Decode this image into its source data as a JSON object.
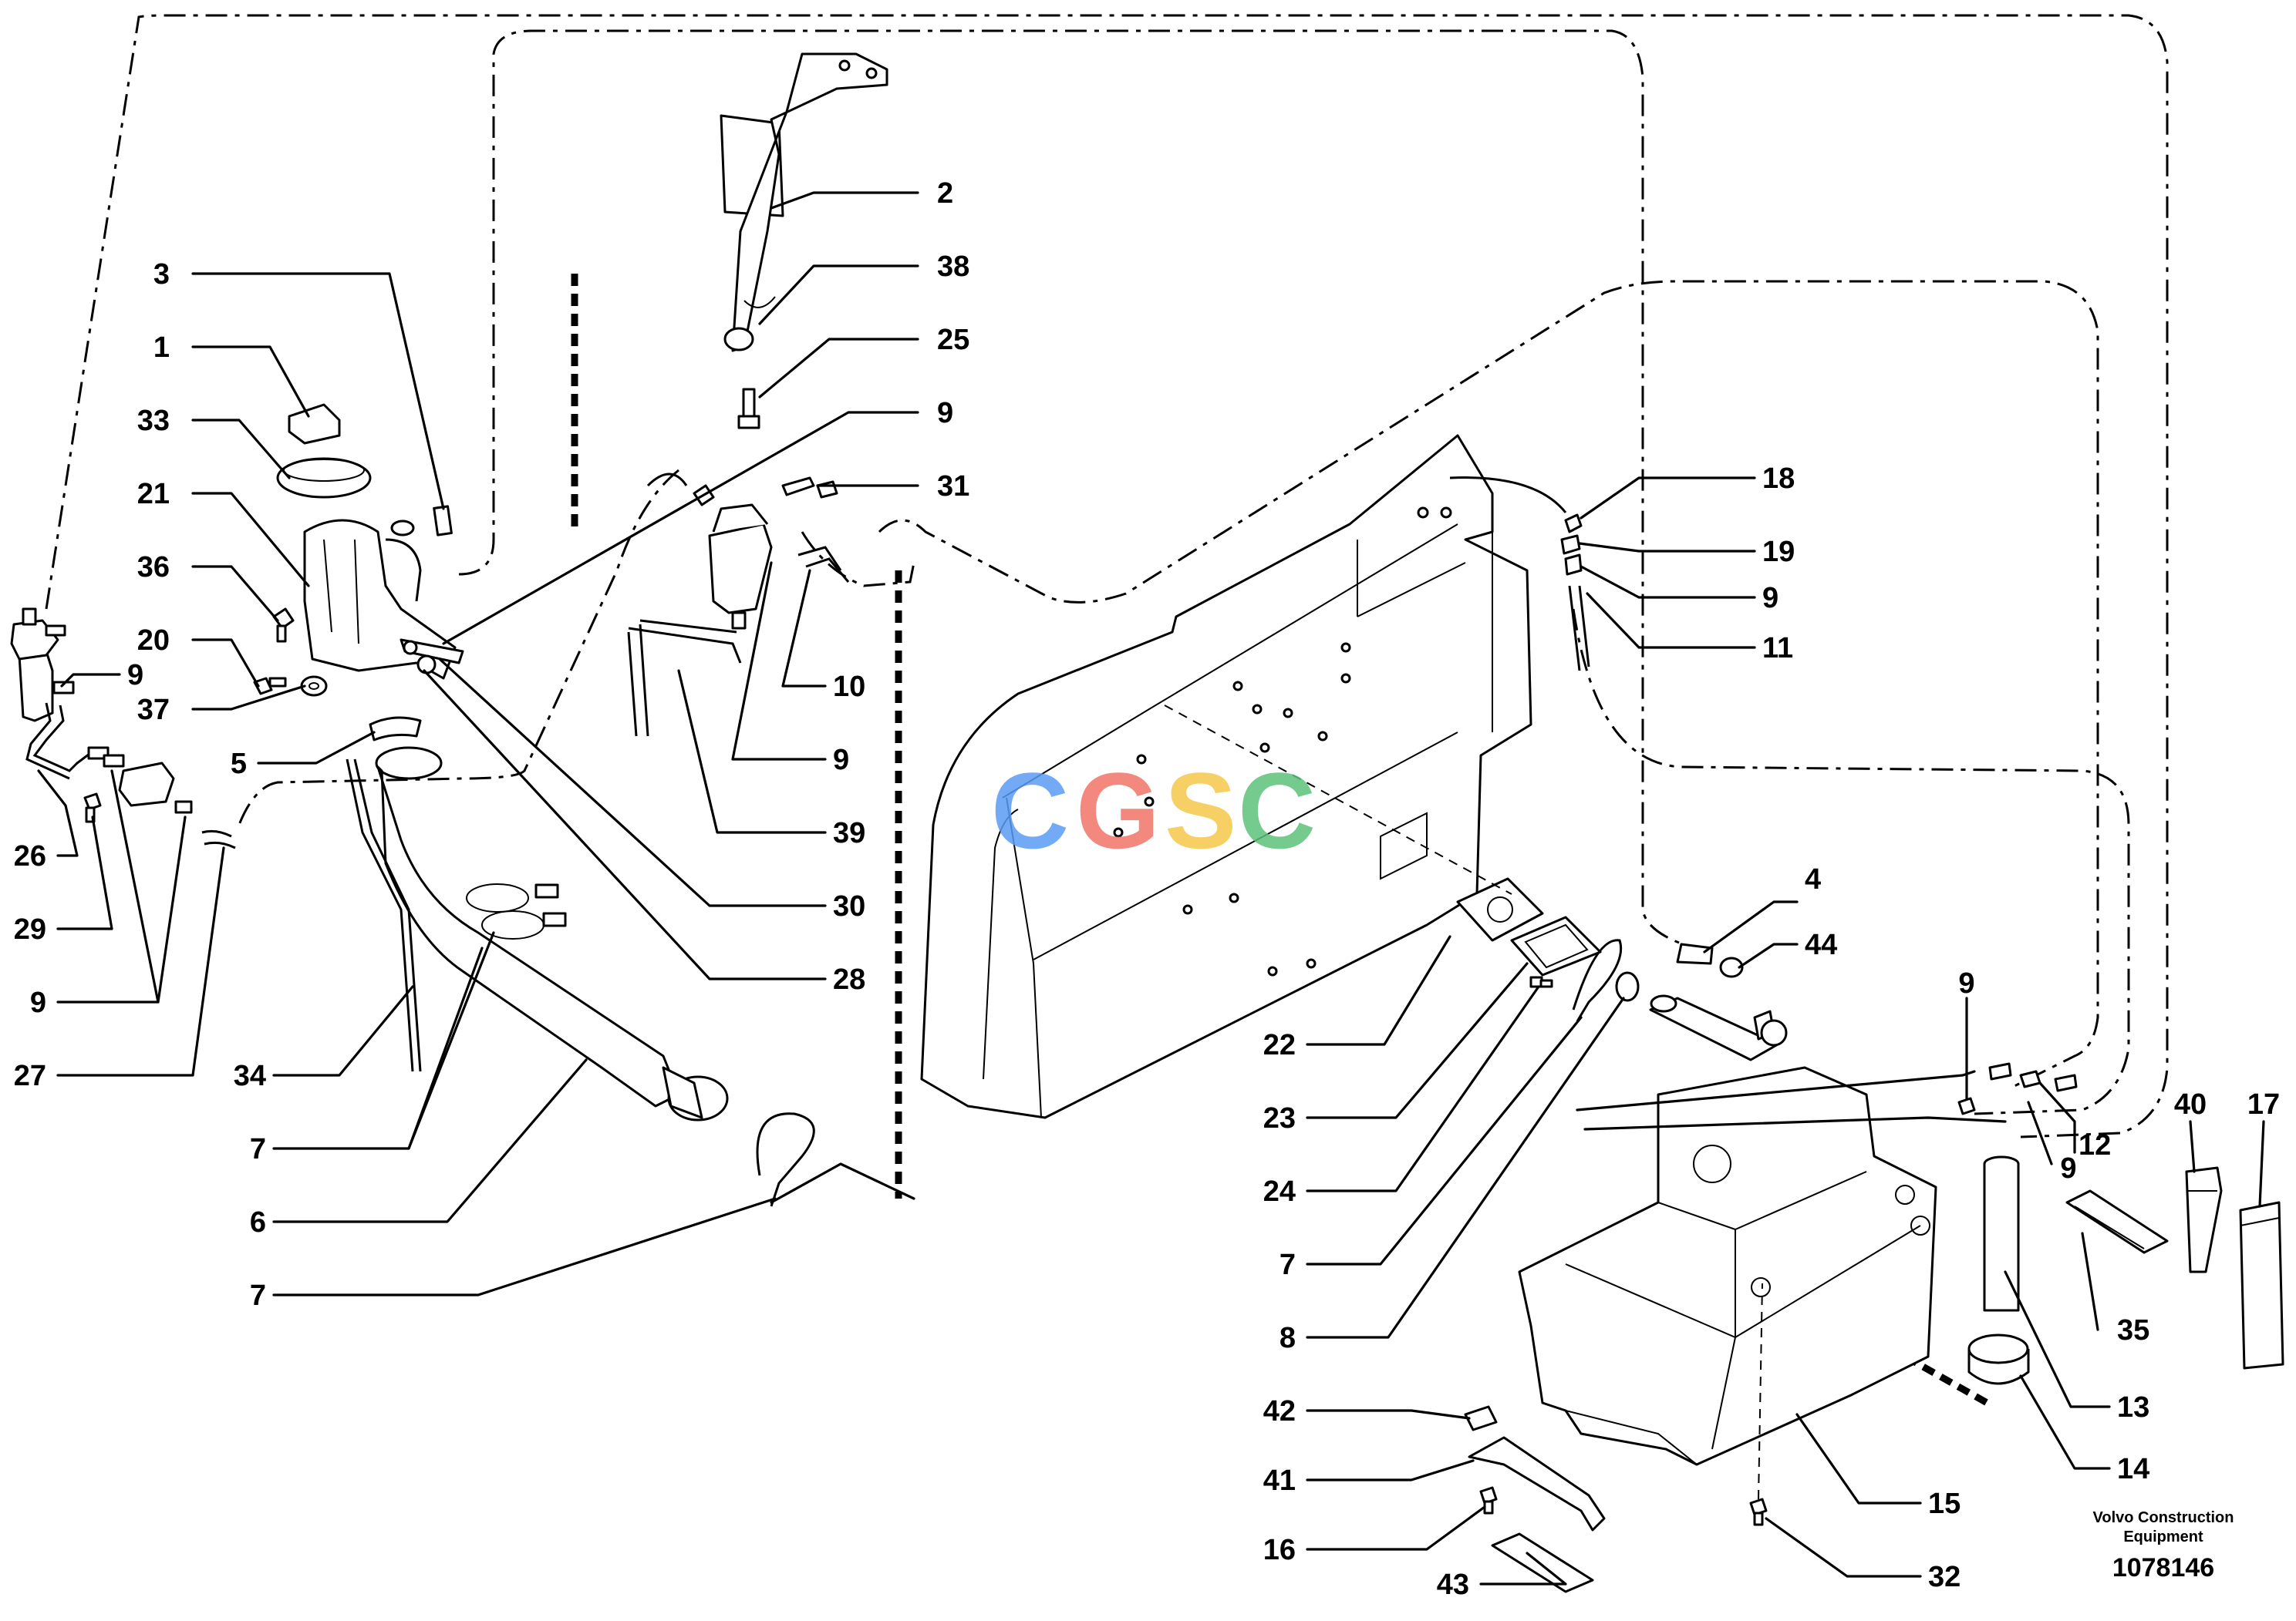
{
  "callouts": [
    "1",
    "2",
    "3",
    "4",
    "5",
    "6",
    "7",
    "8",
    "9",
    "10",
    "11",
    "12",
    "13",
    "14",
    "15",
    "16",
    "17",
    "18",
    "19",
    "20",
    "21",
    "22",
    "23",
    "24",
    "25",
    "26",
    "27",
    "28",
    "29",
    "30",
    "31",
    "32",
    "33",
    "34",
    "35",
    "36",
    "37",
    "38",
    "39",
    "40",
    "41",
    "42",
    "43",
    "44"
  ],
  "labels": {
    "n2": "2",
    "n38": "38",
    "n25": "25",
    "n9a": "9",
    "n31": "31",
    "n3": "3",
    "n1": "1",
    "n33": "33",
    "n21": "21",
    "n36": "36",
    "n20": "20",
    "n37": "37",
    "n9b": "9",
    "n5": "5",
    "n26": "26",
    "n29": "29",
    "n9c": "9",
    "n27": "27",
    "n34": "34",
    "n7a": "7",
    "n6": "6",
    "n7b": "7",
    "n10": "10",
    "n9d": "9",
    "n39": "39",
    "n30": "30",
    "n28": "28",
    "n18": "18",
    "n19": "19",
    "n9e": "9",
    "n11": "11",
    "n4": "4",
    "n44": "44",
    "n22": "22",
    "n23": "23",
    "n24": "24",
    "n7c": "7",
    "n8": "8",
    "n9f": "9",
    "n9g": "9",
    "n12": "12",
    "n40": "40",
    "n17": "17",
    "n35": "35",
    "n13": "13",
    "n14": "14",
    "n15": "15",
    "n32": "32",
    "n42": "42",
    "n41": "41",
    "n16": "16",
    "n43": "43"
  },
  "watermark": "CGSC",
  "footer": {
    "company_line1": "Volvo Construction",
    "company_line2": "Equipment",
    "drawing_number": "1078146"
  },
  "colors": {
    "watermark_c1": "#5b9cf5",
    "watermark_g": "#f07468",
    "watermark_s": "#f5c84a",
    "watermark_c2": "#5cc27a"
  }
}
